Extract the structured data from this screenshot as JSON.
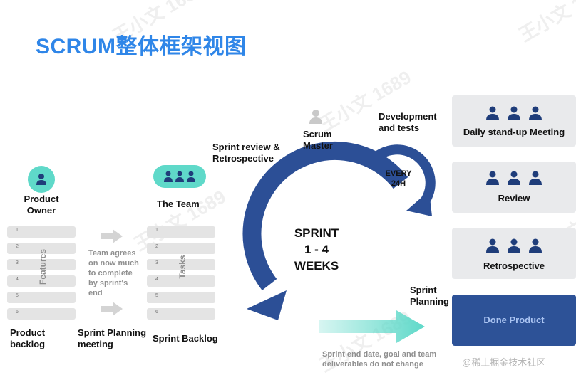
{
  "title": "SCRUM整体框架视图",
  "product_owner": "Product\nOwner",
  "the_team": "The Team",
  "features_label": "Features",
  "tasks_label": "Tasks",
  "backlog_rows": [
    "1",
    "2",
    "3",
    "4",
    "5",
    "6"
  ],
  "planning_note": "Team agrees\non now much\nto complete\nby sprint's\nend",
  "product_backlog": "Product\nbacklog",
  "sprint_planning_meeting": "Sprint Planning\nmeeting",
  "sprint_backlog": "Sprint Backlog",
  "sprint_review": "Sprint review &\nRetrospective",
  "scrum_master": "Scrum\nMaster",
  "development_tests": "Development\nand tests",
  "every_24h": "EVERY\n24H",
  "sprint_weeks": "SPRINT\n1 - 4\nWEEKS",
  "sprint_planning": "Sprint\nPlanning",
  "sprint_end_note": "Sprint end date, goal and team\ndeliverables do not change",
  "panels": {
    "daily": "Daily stand-up Meeting",
    "review": "Review",
    "retro": "Retrospective",
    "done": "Done Product"
  },
  "watermark_text": "王小文 1689",
  "source_credit": "@稀土掘金技术社区",
  "colors": {
    "title_blue": "#2f86e8",
    "cycle_blue": "#2c4f96",
    "teal": "#5fd9c9",
    "done_blue": "#2d5297",
    "panel_gray": "#e9eaec",
    "people_navy": "#1f3d7a"
  }
}
